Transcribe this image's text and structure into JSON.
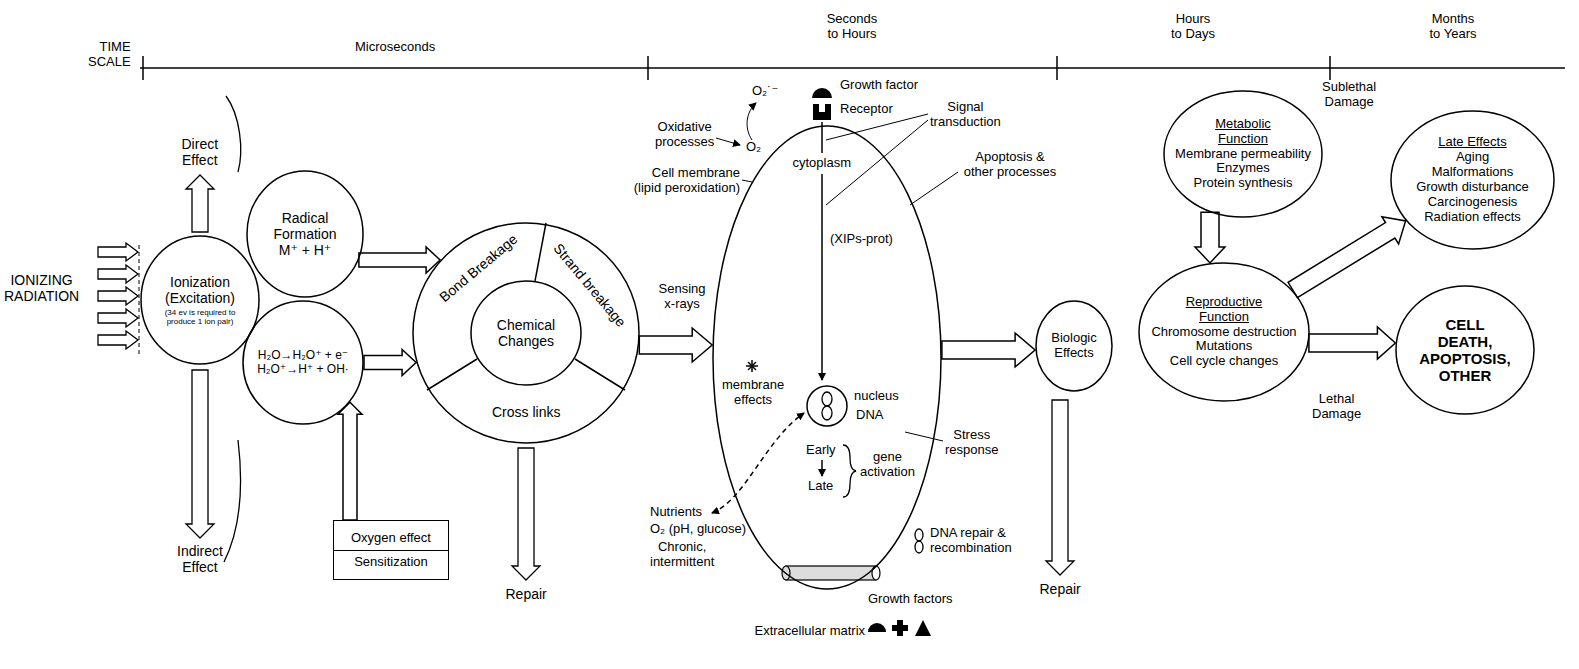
{
  "diagram": {
    "nodes": [
      {
        "text": [
          "Ionization (Excitation)",
          "(34 ev is required to produce 1 ion pair)"
        ]
      },
      {
        "text": [
          "Radical Formation",
          "M⁺ + H⁺"
        ]
      },
      {
        "text": [
          "H₂O→H₂O⁺ + e⁻",
          "H₂O⁺→H⁺ + OH·"
        ]
      },
      {
        "text": [
          "Oxygen effect",
          "Sensitization"
        ]
      },
      {
        "text": [
          "Bond Breakage",
          "Strand breakage",
          "Cross links"
        ]
      },
      {
        "text": [
          "Chemical Changes"
        ],
        "in": 4
      },
      {
        "text": [
          "cytoplasm",
          "(XIPs-prot)",
          "membrane effects",
          "Early",
          "Late",
          "gene activation"
        ]
      },
      {
        "text": [
          "nucleus"
        ],
        "in": 6
      },
      {
        "text": [
          "Biologic Effects"
        ]
      },
      {
        "text": [
          "Metabolic Function",
          "Membrane permeability",
          "Enzymes",
          "Protein synthesis"
        ]
      },
      {
        "text": [
          "Reproductive Function",
          "Chromosome destruction",
          "Mutations",
          "Cell cycle changes"
        ]
      },
      {
        "text": [
          "Late Effects",
          "Aging",
          "Malformations",
          "Growth disturbance",
          "Carcinogenesis",
          "Radiation effects"
        ]
      },
      {
        "text": [
          "CELL DEATH, APOPTOSIS, OTHER"
        ]
      }
    ],
    "edges": [
      {
        "from": 1,
        "to": 4,
        "arrow": "to"
      },
      {
        "from": 2,
        "to": 4,
        "arrow": "to"
      },
      {
        "from": 3,
        "to": 2,
        "arrow": "to"
      },
      {
        "from": 4,
        "to": 6,
        "arrow": "to"
      },
      {
        "from": 6,
        "to": 8,
        "arrow": "to"
      },
      {
        "from": 9,
        "to": 10,
        "arrow": "to"
      },
      {
        "from": 10,
        "to": 11,
        "arrow": "to"
      },
      {
        "from": 10,
        "to": 12,
        "arrow": "to"
      }
    ],
    "labels": [
      "TIME SCALE",
      "Microseconds",
      "Seconds to Hours",
      "Hours to Days",
      "Months to Years",
      "IONIZING RADIATION",
      "Direct Effect",
      "Indirect Effect",
      "Repair",
      "Oxidative processes",
      "O₂˙⁻",
      "O₂",
      "Growth factor",
      "Receptor",
      "Signal transduction",
      "Cell membrane (lipid peroxidation)",
      "Apoptosis & other processes",
      "Sensing x-rays",
      "DNA",
      "Stress response",
      "Nutrients",
      "O₂ (pH, glucose)",
      "Chronic, intermittent",
      "DNA repair & recombination",
      "Growth factors",
      "Extracellular matrix",
      "Repair",
      "Sublethal Damage",
      "Lethal Damage"
    ]
  }
}
